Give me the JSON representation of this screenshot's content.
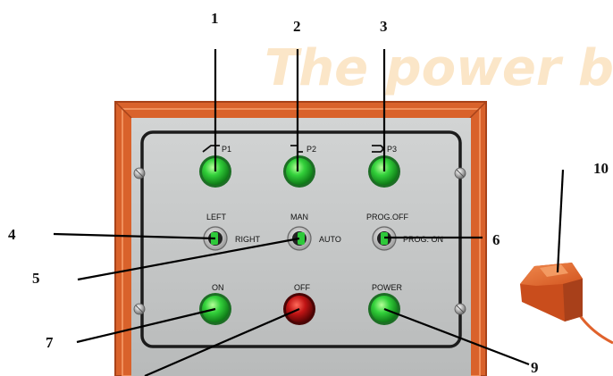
{
  "watermark": "The power br",
  "callouts": {
    "n1": "1",
    "n2": "2",
    "n3": "3",
    "n4": "4",
    "n5": "5",
    "n6": "6",
    "n7": "7",
    "n9": "9",
    "n10": "10"
  },
  "panel_labels": {
    "p1": "P1",
    "p2": "P2",
    "p3": "P3",
    "left": "LEFT",
    "right": "RIGHT",
    "man": "MAN",
    "auto": "AUTO",
    "prog_off": "PROG.OFF",
    "prog_on": "PROG. ON",
    "on": "ON",
    "off": "OFF",
    "power": "POWER"
  },
  "colors": {
    "frame": "#d9622b",
    "frame_dark": "#a8431a",
    "panel": "#c4c6c6",
    "button_green": "#2ec93a",
    "button_red": "#b01010",
    "pedal": "#e0622c"
  }
}
